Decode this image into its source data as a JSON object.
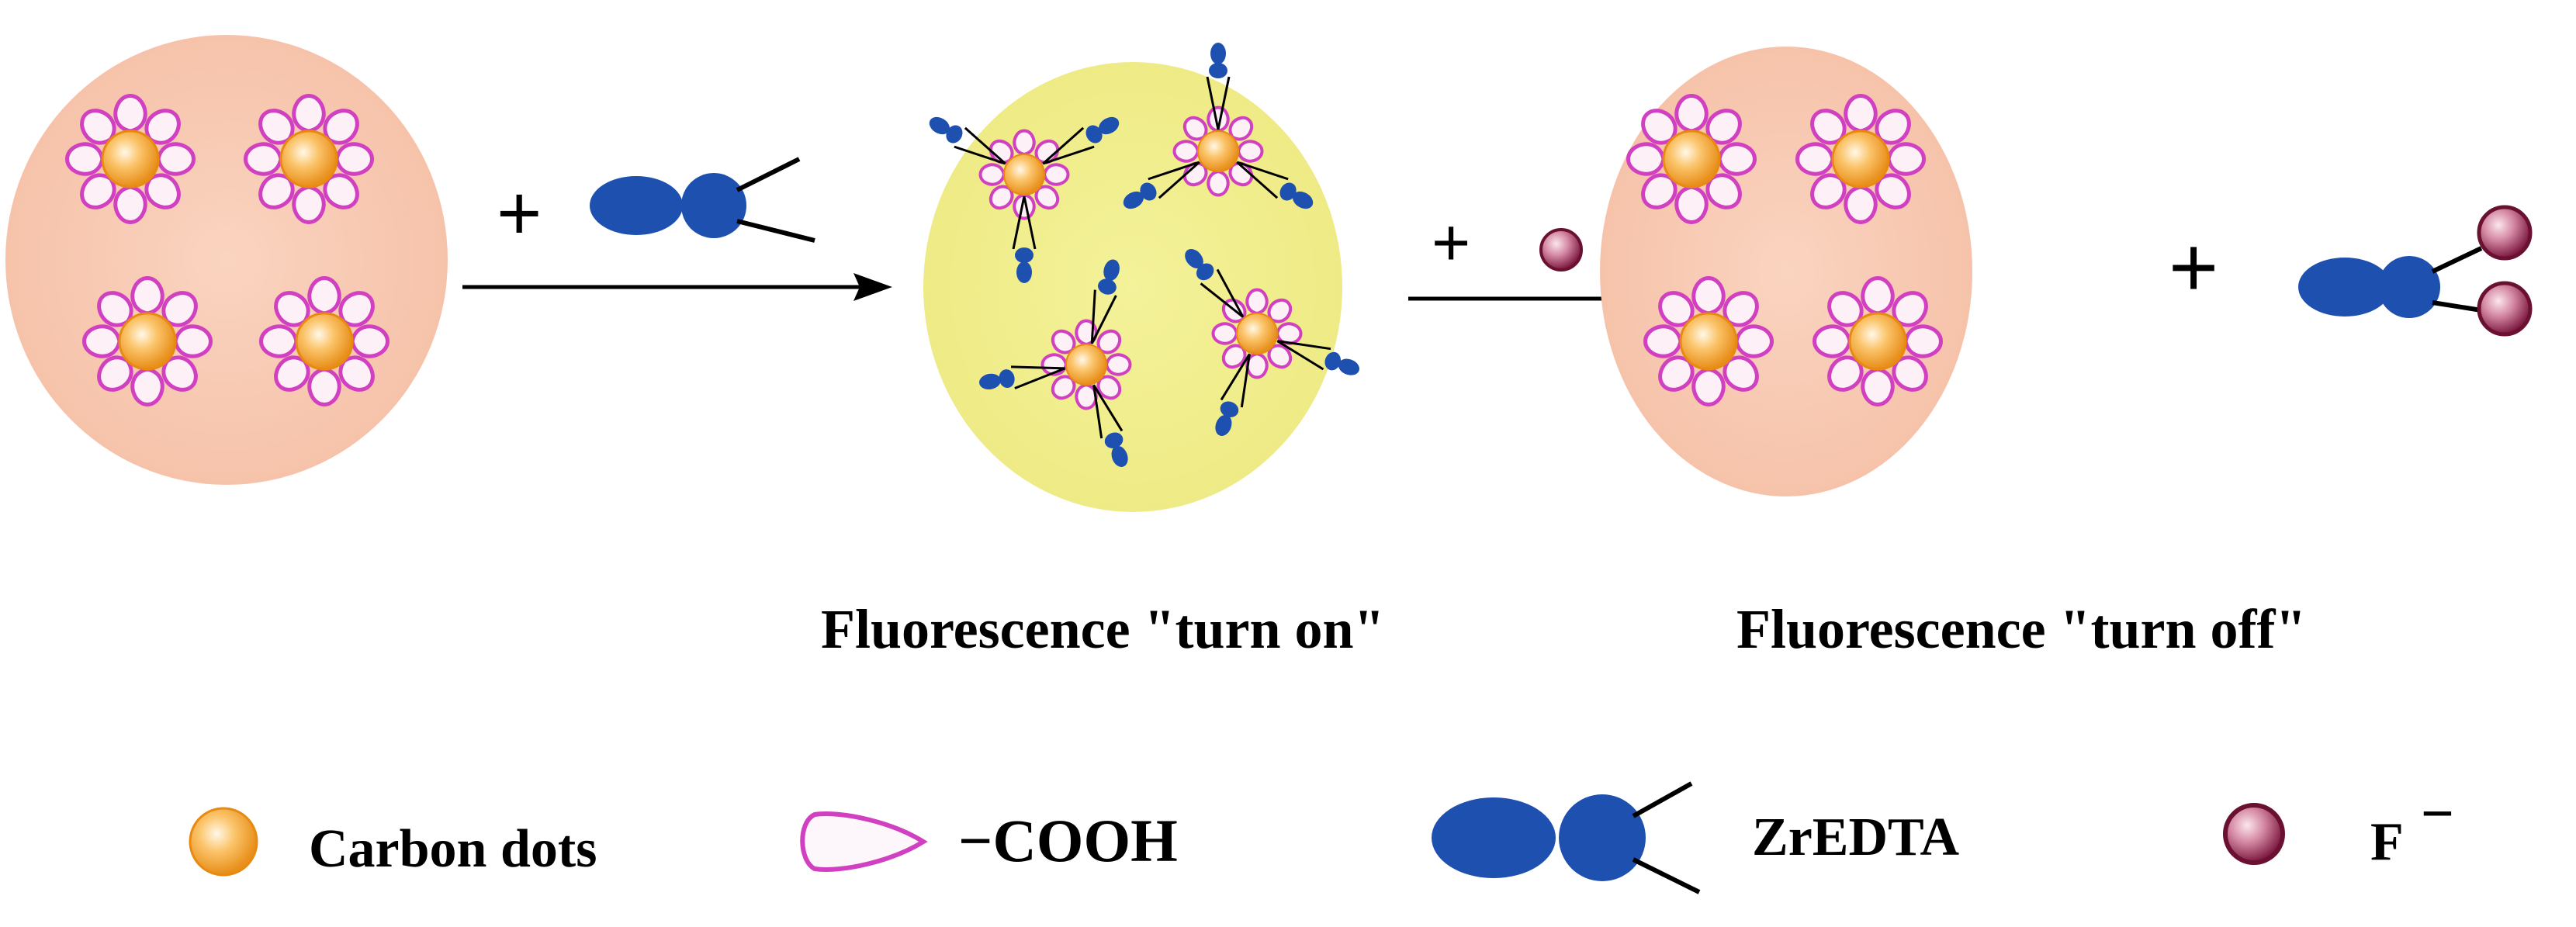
{
  "reaction": {
    "plus_1": "+",
    "plus_2": "+",
    "plus_3": "+"
  },
  "labels": {
    "turn_on": "Fluorescence \"turn on\"",
    "turn_off": "Fluorescence \"turn off\""
  },
  "legend": {
    "carbon_dots": "Carbon dots",
    "cooh": "−COOH",
    "zredta": "ZrEDTA",
    "fluoride_base": "F",
    "fluoride_charge": "−"
  },
  "colors": {
    "salmon_circle": "#f8c8b0",
    "yellow_circle": "#f0ee90",
    "carbon_dot": "#f5a030",
    "carboxyl_loop": "#d040c0",
    "zredta": "#1e50b0",
    "fluoride": "#9a2050"
  },
  "icons": {
    "carbon_dot": "orange-sphere",
    "cooh": "pink-loop",
    "zredta": "blue-dumbbell-with-two-ligands",
    "fluoride": "maroon-sphere"
  }
}
